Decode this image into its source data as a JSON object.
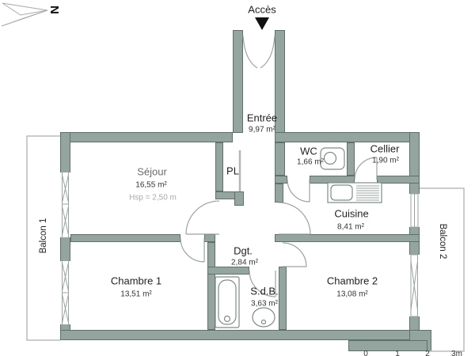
{
  "compass": {
    "label": "N"
  },
  "access": {
    "label": "Accès"
  },
  "rooms": {
    "entree": {
      "name": "Entrée",
      "area": "9,97 m²"
    },
    "wc": {
      "name": "WC",
      "area": "1,66 m²"
    },
    "cellier": {
      "name": "Cellier",
      "area": "1,90 m²"
    },
    "sejour": {
      "name": "Séjour",
      "area": "16,55 m²",
      "ceiling": "Hsp = 2,50 m"
    },
    "placard": {
      "name": "PL"
    },
    "cuisine": {
      "name": "Cuisine",
      "area": "8,41 m²"
    },
    "degagement": {
      "name": "Dgt.",
      "area": "2,84 m²"
    },
    "chambre1": {
      "name": "Chambre 1",
      "area": "13,51 m²"
    },
    "sdb": {
      "name": "S.d.B.",
      "area": "3,63 m²"
    },
    "chambre2": {
      "name": "Chambre 2",
      "area": "13,08 m²"
    },
    "balcon1": {
      "name": "Balcon 1"
    },
    "balcon2": {
      "name": "Balcon 2"
    }
  },
  "fixtures": {
    "kitchen_sink": "sink-with-drainboard-icon",
    "wc_unit": "toilet-icon",
    "bathtub": "bathtub-icon",
    "washbasin": "washbasin-icon"
  },
  "scale_bar": {
    "ticks": [
      "0",
      "1",
      "2",
      "3m"
    ]
  },
  "colors": {
    "wall": "#94a5a0",
    "wall_outline": "#5f6f6a",
    "door_arc": "#9aa39f",
    "railing": "#b6beba",
    "text": "#1f1f1f",
    "muted_text": "#a8a8a8",
    "arrow": "#111111"
  }
}
